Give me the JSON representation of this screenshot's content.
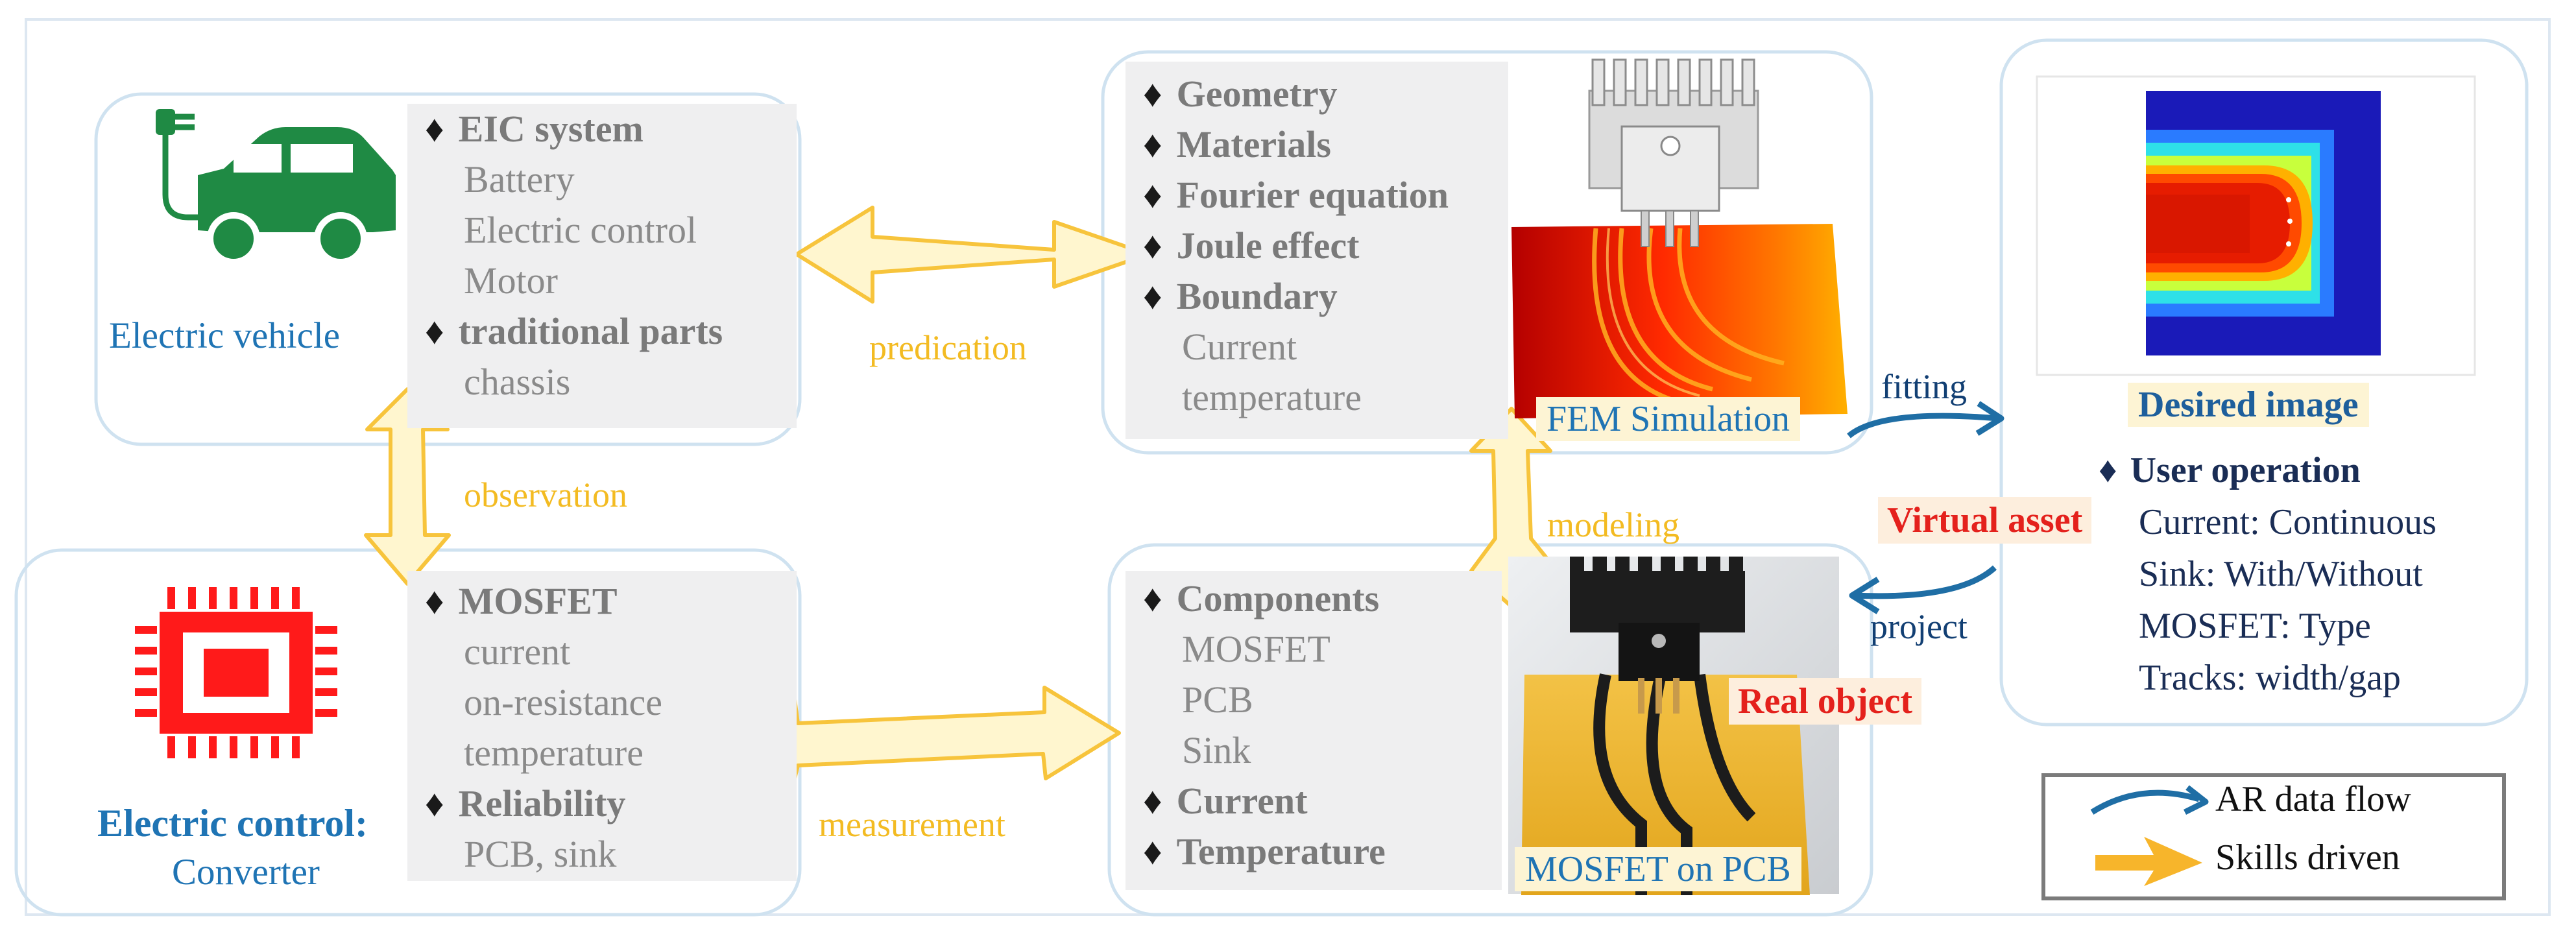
{
  "ev": {
    "caption": "Electric vehicle",
    "list": [
      {
        "text": "EIC system",
        "head": true
      },
      {
        "text": "Battery",
        "head": false
      },
      {
        "text": "Electric control",
        "head": false
      },
      {
        "text": "Motor",
        "head": false
      },
      {
        "text": "traditional parts",
        "head": true
      },
      {
        "text": "chassis",
        "head": false
      }
    ]
  },
  "ec": {
    "caption_line1": "Electric control:",
    "caption_line2": "Converter",
    "list": [
      {
        "text": "MOSFET",
        "head": true
      },
      {
        "text": "current",
        "head": false
      },
      {
        "text": "on-resistance",
        "head": false
      },
      {
        "text": "temperature",
        "head": false
      },
      {
        "text": "Reliability",
        "head": true
      },
      {
        "text": "PCB, sink",
        "head": false
      }
    ]
  },
  "fem": {
    "list": [
      {
        "text": "Geometry",
        "head": true
      },
      {
        "text": "Materials",
        "head": true
      },
      {
        "text": "Fourier equation",
        "head": true
      },
      {
        "text": "Joule effect",
        "head": true
      },
      {
        "text": "Boundary",
        "head": true
      },
      {
        "text": "Current",
        "head": false
      },
      {
        "text": "temperature",
        "head": false
      }
    ],
    "image_caption": "FEM Simulation"
  },
  "mosfet": {
    "list": [
      {
        "text": "Components",
        "head": true
      },
      {
        "text": "MOSFET",
        "head": false
      },
      {
        "text": "PCB",
        "head": false
      },
      {
        "text": "Sink",
        "head": false
      },
      {
        "text": "Current",
        "head": true
      },
      {
        "text": "Temperature",
        "head": true
      }
    ],
    "image_caption": "MOSFET on PCB",
    "real_object_label": "Real object"
  },
  "flows": {
    "predication": "predication",
    "observation": "observation",
    "measurement": "measurement",
    "modeling": "modeling",
    "fitting": "fitting",
    "project": "project",
    "virtual_asset": "Virtual asset"
  },
  "desired": {
    "caption": "Desired image",
    "user_operation": "User operation",
    "items": [
      "Current: Continuous",
      "Sink: With/Without",
      "MOSFET: Type",
      "Tracks: width/gap"
    ]
  },
  "legend": {
    "ar_flow": "AR data flow",
    "skills": "Skills driven"
  },
  "colors": {
    "ar_flow": "#1f6ea5",
    "skills": "#f7c43c",
    "icon_green": "#1f8a44",
    "icon_red": "#ff1a1a",
    "caption_blue": "#1f74b4",
    "highlight_red": "#e4211c"
  }
}
